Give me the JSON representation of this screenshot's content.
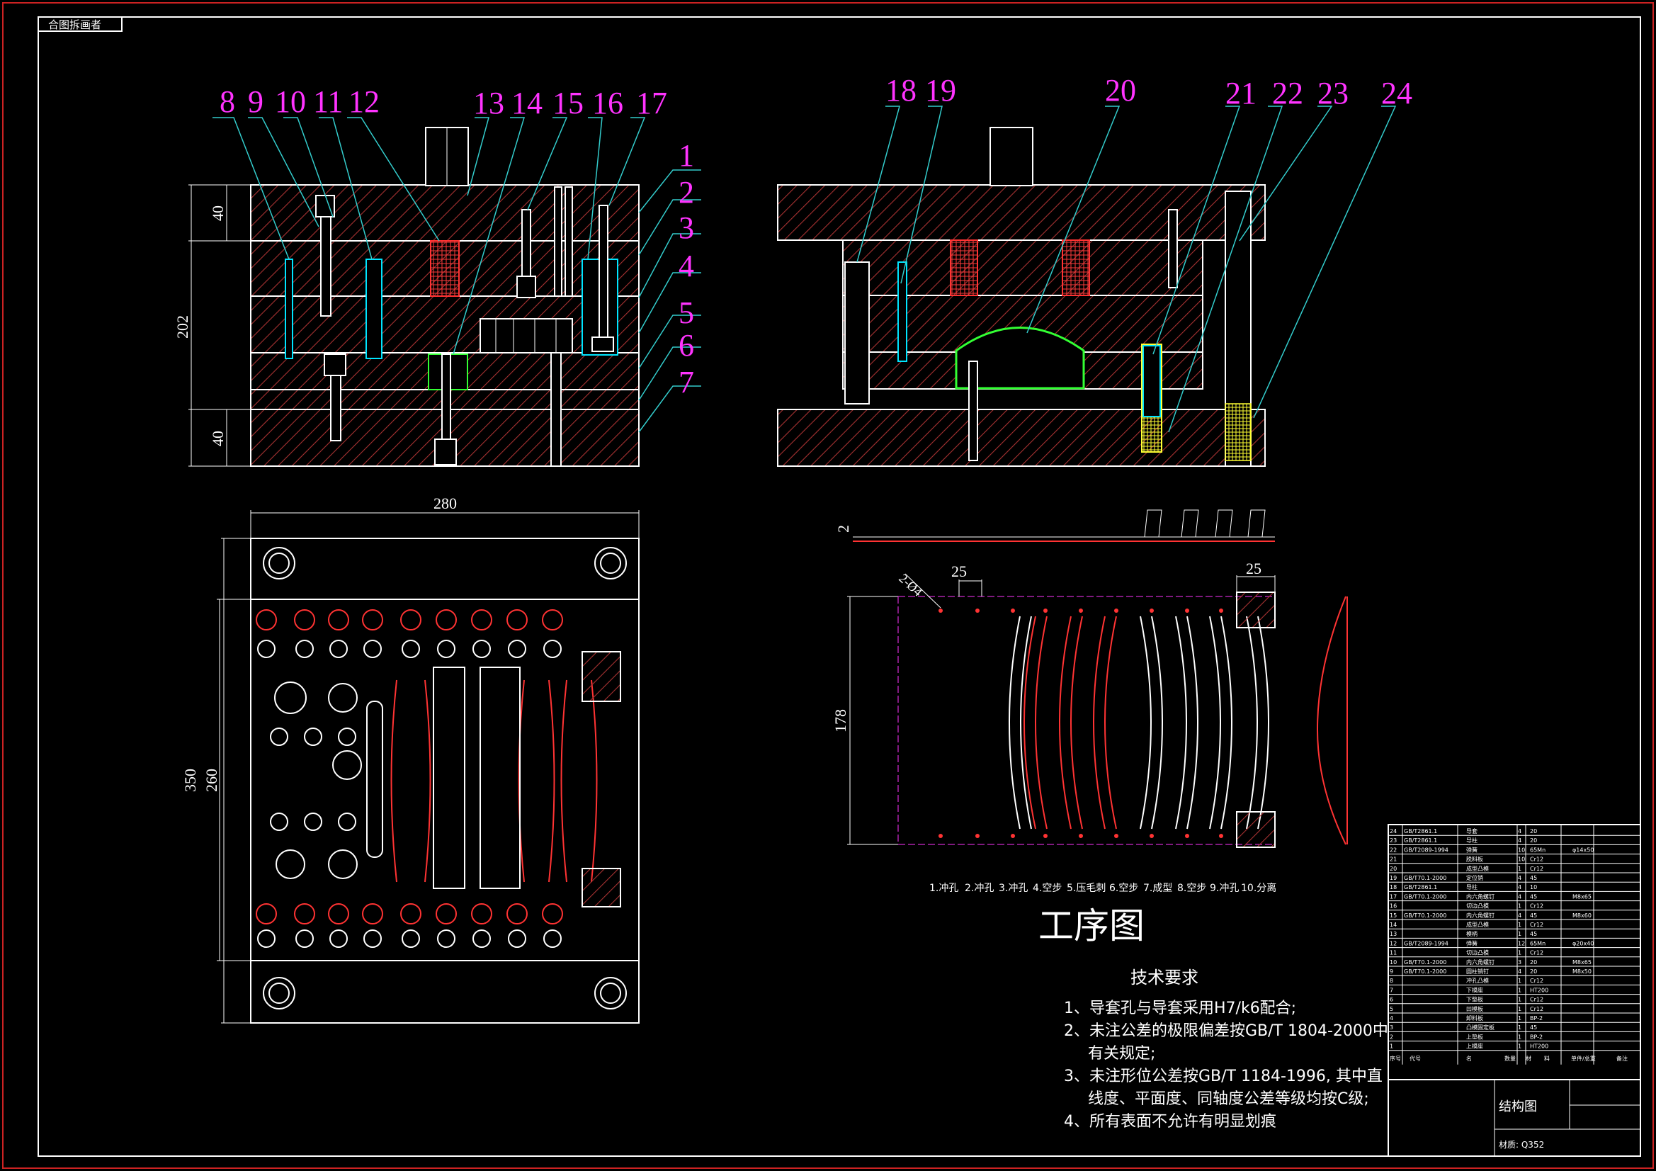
{
  "sheet": {
    "tab_label": "合图拆画者",
    "colors": {
      "background": "#000000",
      "outline": "#ffffff",
      "frame": "#cc2222",
      "hatch": "#b03030",
      "callout": "#ff33ff",
      "leader": "#33cccc",
      "cyan": "#00e5ff",
      "green": "#33ff33",
      "yellow": "#ffff33",
      "spring": "#ff3333"
    }
  },
  "callouts_front": [
    "8",
    "9",
    "10",
    "11",
    "12",
    "13",
    "14",
    "15",
    "16",
    "17"
  ],
  "callouts_right": [
    "1",
    "2",
    "3",
    "4",
    "5",
    "6",
    "7"
  ],
  "callouts_side": [
    "18",
    "19",
    "20",
    "21",
    "22",
    "23",
    "24"
  ],
  "dims": {
    "front_top": "40",
    "front_total": "202",
    "front_bottom": "40",
    "plan_width": "280",
    "plan_outer": "350",
    "plan_inner": "260",
    "strip_thickness": "2",
    "strip_holes": "2-Ø4",
    "strip_pitch_left": "25",
    "strip_pitch_right": "25",
    "strip_width": "178"
  },
  "process_steps": [
    "1.冲孔",
    "2.冲孔",
    "3.冲孔",
    "4.空步",
    "5.压毛刺",
    "6.空步",
    "7.成型",
    "8.空步",
    "9.冲孔",
    "10.分离"
  ],
  "process_title": "工序图",
  "tech": {
    "heading": "技术要求",
    "lines": [
      "1、导套孔与导套采用H7/k6配合;",
      "2、未注公差的极限偏差按GB/T 1804-2000中",
      "有关规定;",
      "3、未注形位公差按GB/T 1184-1996, 其中直",
      "线度、平面度、同轴度公差等级均按C级;",
      "4、所有表面不允许有明显划痕"
    ]
  },
  "bom": {
    "rows": [
      [
        "24",
        "GB/T2861.1",
        "导套",
        "4",
        "20",
        ""
      ],
      [
        "23",
        "GB/T2861.1",
        "导柱",
        "4",
        "20",
        ""
      ],
      [
        "22",
        "GB/T2089-1994",
        "弹簧",
        "10",
        "65Mn",
        "φ14x50"
      ],
      [
        "21",
        "",
        "脱料板",
        "10",
        "Cr12",
        ""
      ],
      [
        "20",
        "",
        "成型凸模",
        "1",
        "Cr12",
        ""
      ],
      [
        "19",
        "GB/T70.1-2000",
        "定位销",
        "4",
        "45",
        ""
      ],
      [
        "18",
        "GB/T2861.1",
        "导柱",
        "4",
        "10",
        ""
      ],
      [
        "17",
        "GB/T70.1-2000",
        "内六角螺钉",
        "4",
        "45",
        "M8x65"
      ],
      [
        "16",
        "",
        "切边凸模",
        "1",
        "Cr12",
        ""
      ],
      [
        "15",
        "GB/T70.1-2000",
        "内六角螺钉",
        "4",
        "45",
        "M8x60"
      ],
      [
        "14",
        "",
        "成型凸模",
        "1",
        "Cr12",
        ""
      ],
      [
        "13",
        "",
        "模柄",
        "1",
        "45",
        ""
      ],
      [
        "12",
        "GB/T2089-1994",
        "弹簧",
        "12",
        "65Mn",
        "φ20x40"
      ],
      [
        "11",
        "",
        "切边凸模",
        "1",
        "Cr12",
        ""
      ],
      [
        "10",
        "GB/T70.1-2000",
        "内六角螺钉",
        "3",
        "20",
        "M8x65"
      ],
      [
        "9",
        "GB/T70.1-2000",
        "圆柱销钉",
        "4",
        "20",
        "M8x50"
      ],
      [
        "8",
        "",
        "冲孔凸模",
        "1",
        "Cr12",
        ""
      ],
      [
        "7",
        "",
        "下模座",
        "1",
        "HT200",
        ""
      ],
      [
        "6",
        "",
        "下垫板",
        "1",
        "Cr12",
        ""
      ],
      [
        "5",
        "",
        "凹模板",
        "1",
        "Cr12",
        ""
      ],
      [
        "4",
        "",
        "卸料板",
        "1",
        "BP-2",
        ""
      ],
      [
        "3",
        "",
        "凸模固定板",
        "1",
        "45",
        ""
      ],
      [
        "2",
        "",
        "上垫板",
        "1",
        "BP-2",
        ""
      ],
      [
        "1",
        "",
        "上模座",
        "1",
        "HT200",
        ""
      ]
    ],
    "header": [
      "序号",
      "代号",
      "名",
      "数量",
      "材",
      "料",
      "单件/总重",
      "备注"
    ],
    "title": "结构图",
    "material": "材质: Q352"
  }
}
